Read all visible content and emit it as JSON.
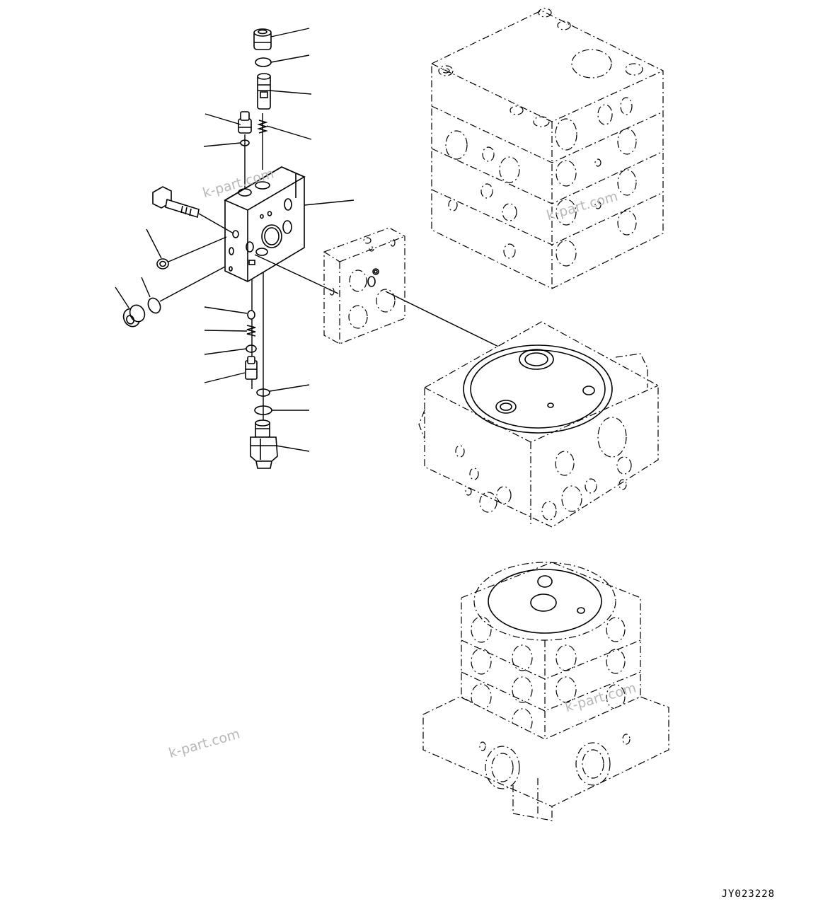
{
  "drawing_code": "JY023228",
  "watermarks": [
    "k-part.com",
    "k-part.com",
    "k-part.com",
    "k-part.com"
  ],
  "figure": {
    "type": "exploded parts diagram",
    "callout_leader_count": 17
  }
}
